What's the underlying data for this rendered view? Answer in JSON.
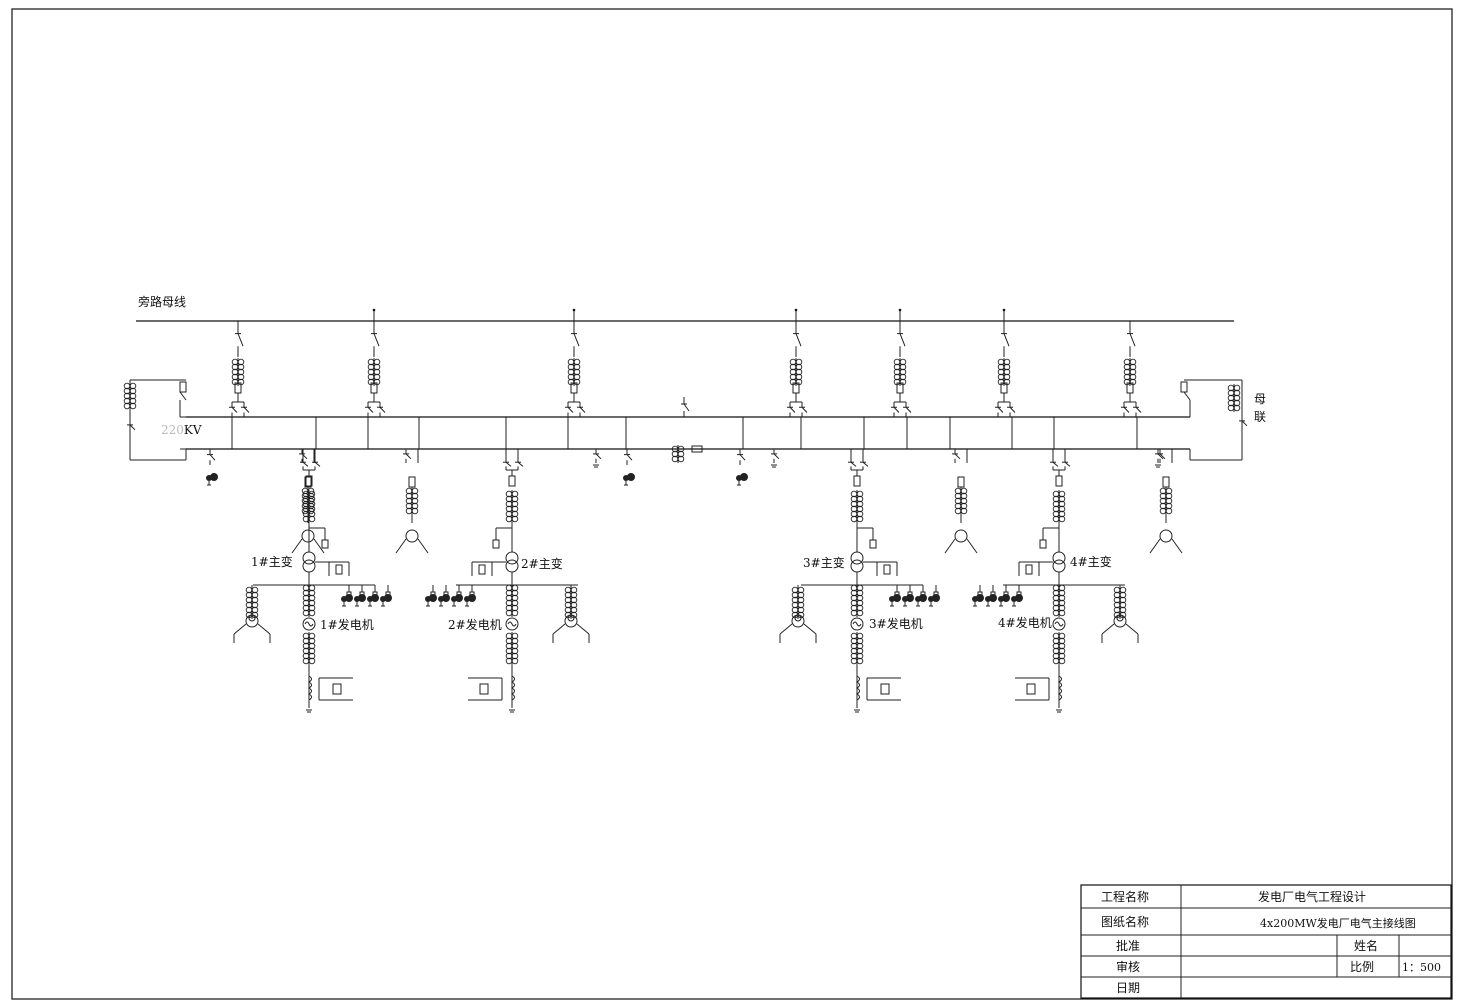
{
  "diagram": {
    "bypass_bus_label": "旁路母线",
    "main_bus_voltage_prefix": "220",
    "main_bus_voltage_unit": "KV",
    "tie_label_1": "母",
    "tie_label_2": "联",
    "units": [
      {
        "transformer": "1#主变",
        "generator": "1#发电机"
      },
      {
        "transformer": "2#主变",
        "generator": "2#发电机"
      },
      {
        "transformer": "3#主变",
        "generator": "3#发电机"
      },
      {
        "transformer": "4#主变",
        "generator": "4#发电机"
      }
    ]
  },
  "title_block": {
    "project_name_label": "工程名称",
    "project_name_value": "发电厂电气工程设计",
    "drawing_name_label": "图纸名称",
    "drawing_name_value": "4x200MW发电厂电气主接线图",
    "approve_label": "批准",
    "name_label": "姓名",
    "review_label": "审核",
    "scale_label": "比例",
    "scale_value": "1：500",
    "date_label": "日期"
  },
  "colors": {
    "line": "#111111",
    "voltage_prefix": "#bbbbbb",
    "background": "#ffffff"
  }
}
